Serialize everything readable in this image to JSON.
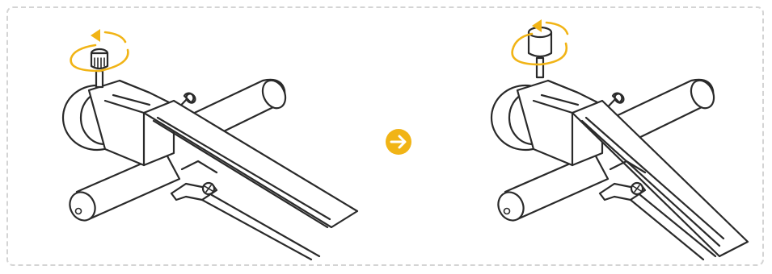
{
  "figure": {
    "panels": [
      {
        "name": "before",
        "rotation_icon": "counterclockwise-arrow-icon",
        "screw_state": "screw-inserted"
      },
      {
        "name": "after",
        "rotation_icon": "counterclockwise-arrow-icon",
        "screw_state": "knob-raised"
      }
    ],
    "transition_icon": "arrow-right-circle-icon",
    "colors": {
      "accent": "#f1b416",
      "line": "#2a2a2a",
      "frame_border": "#d4d4d4",
      "background": "#ffffff"
    }
  }
}
